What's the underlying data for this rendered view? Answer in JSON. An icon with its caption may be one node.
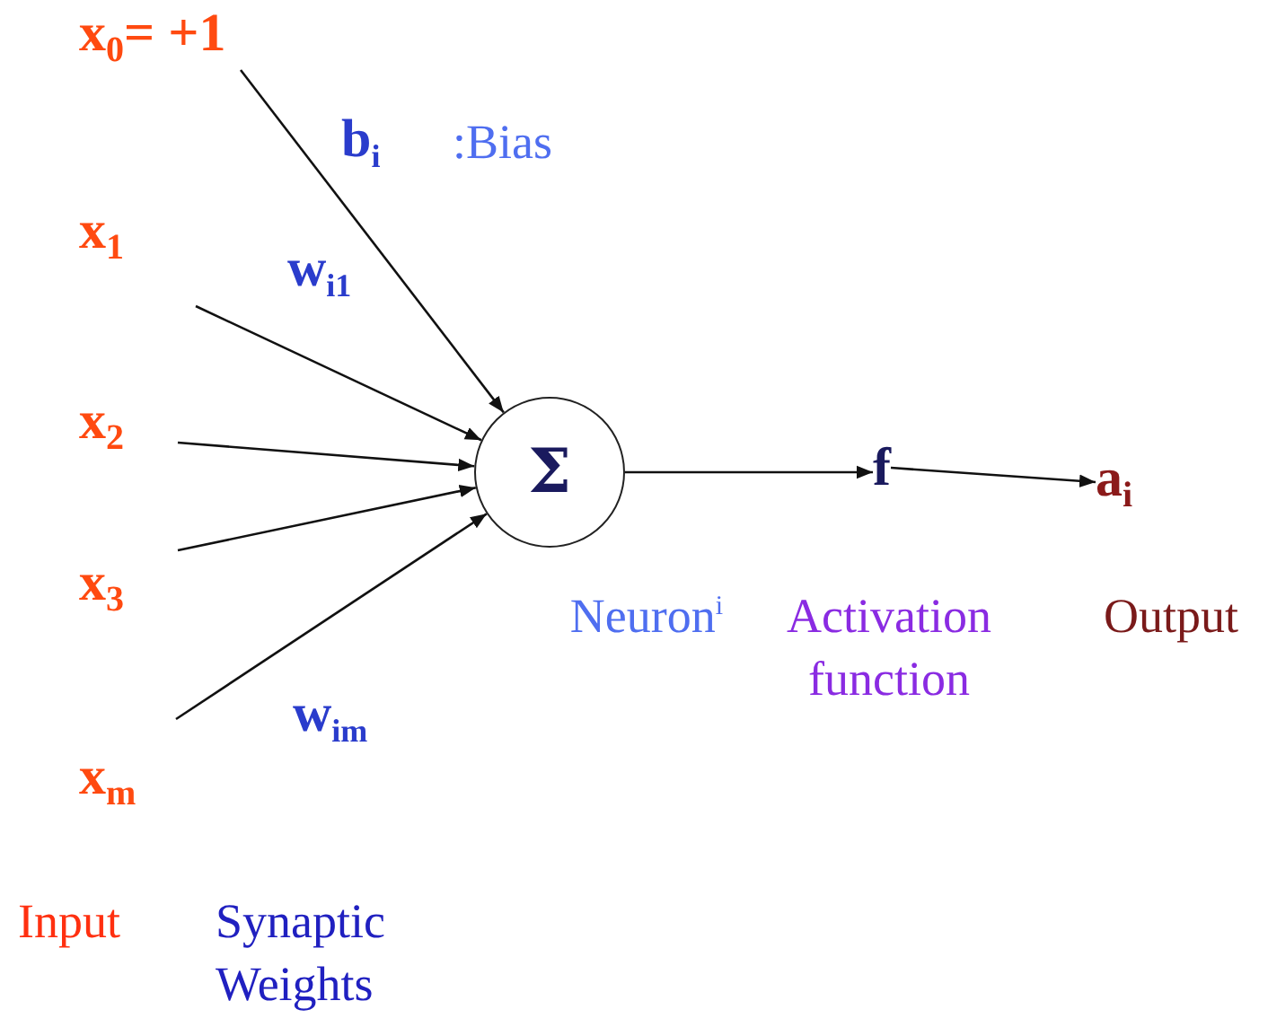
{
  "diagram": {
    "nodes": [
      {
        "text": [
          "x$_{0}$= +1"
        ]
      },
      {
        "text": [
          "x$_{1}$"
        ]
      },
      {
        "text": [
          "x$_{2}$"
        ]
      },
      {
        "text": [
          "x$_{3}$"
        ]
      },
      {
        "text": [
          "x$_{m}$"
        ]
      },
      {
        "text": [
          "Σ"
        ],
        "beside": [
          "Neuron$^{i}$"
        ]
      },
      {
        "text": [
          "f"
        ],
        "beside": [
          "Activation function"
        ]
      },
      {
        "text": [
          "a$_{i}$"
        ],
        "beside": [
          "Output"
        ]
      }
    ],
    "edges": [
      {
        "from": 0,
        "to": 5,
        "arrow": "to"
      },
      {
        "from": 1,
        "to": 5,
        "arrow": "to"
      },
      {
        "from": 2,
        "to": 5,
        "arrow": "to"
      },
      {
        "from": 3,
        "to": 5,
        "arrow": "to"
      },
      {
        "from": 4,
        "to": 5,
        "arrow": "to"
      },
      {
        "from": 5,
        "to": 6,
        "arrow": "to"
      },
      {
        "from": 6,
        "to": 7,
        "arrow": "to"
      }
    ],
    "labels": [
      "b$_{i}$",
      ":Bias",
      "w$_{i1}$",
      "w$_{im}$",
      "Input",
      "Synaptic Weights"
    ]
  }
}
